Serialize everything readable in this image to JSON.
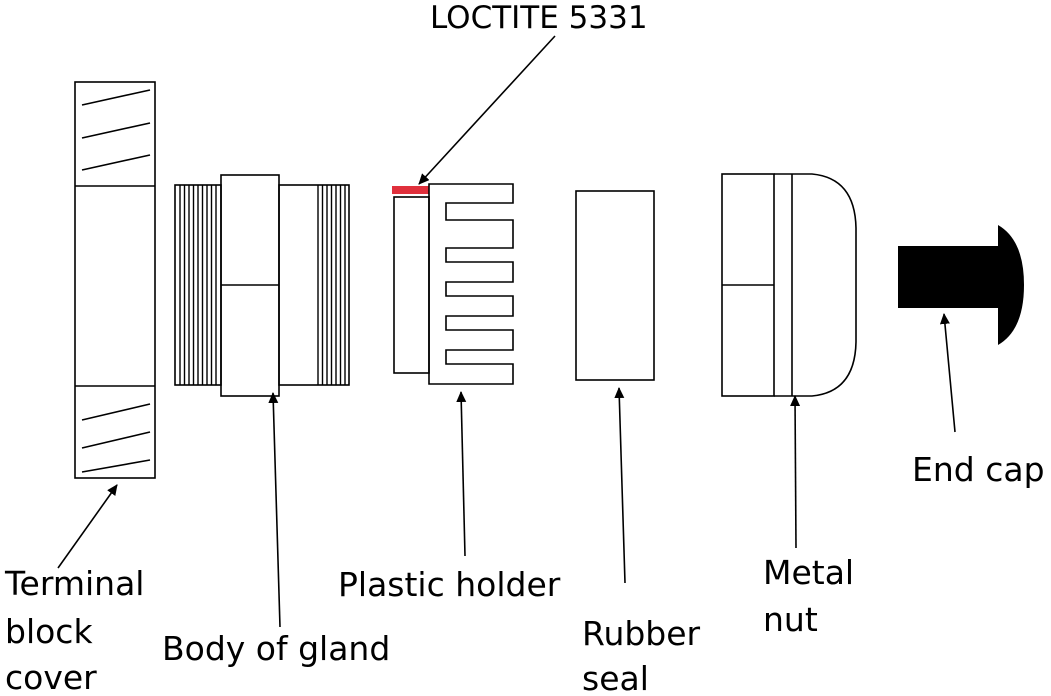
{
  "labels": {
    "adhesive": "LOCTITE 5331",
    "terminal_block_cover": [
      "Terminal",
      "block",
      "cover"
    ],
    "body_of_gland": "Body of gland",
    "plastic_holder": "Plastic holder",
    "rubber_seal": [
      "Rubber",
      "seal"
    ],
    "metal_nut": [
      "Metal",
      "nut"
    ],
    "end_cap": "End cap"
  },
  "colors": {
    "line": "#000000",
    "adhesive_strip": "#e0303c",
    "end_cap_fill": "#000000"
  }
}
